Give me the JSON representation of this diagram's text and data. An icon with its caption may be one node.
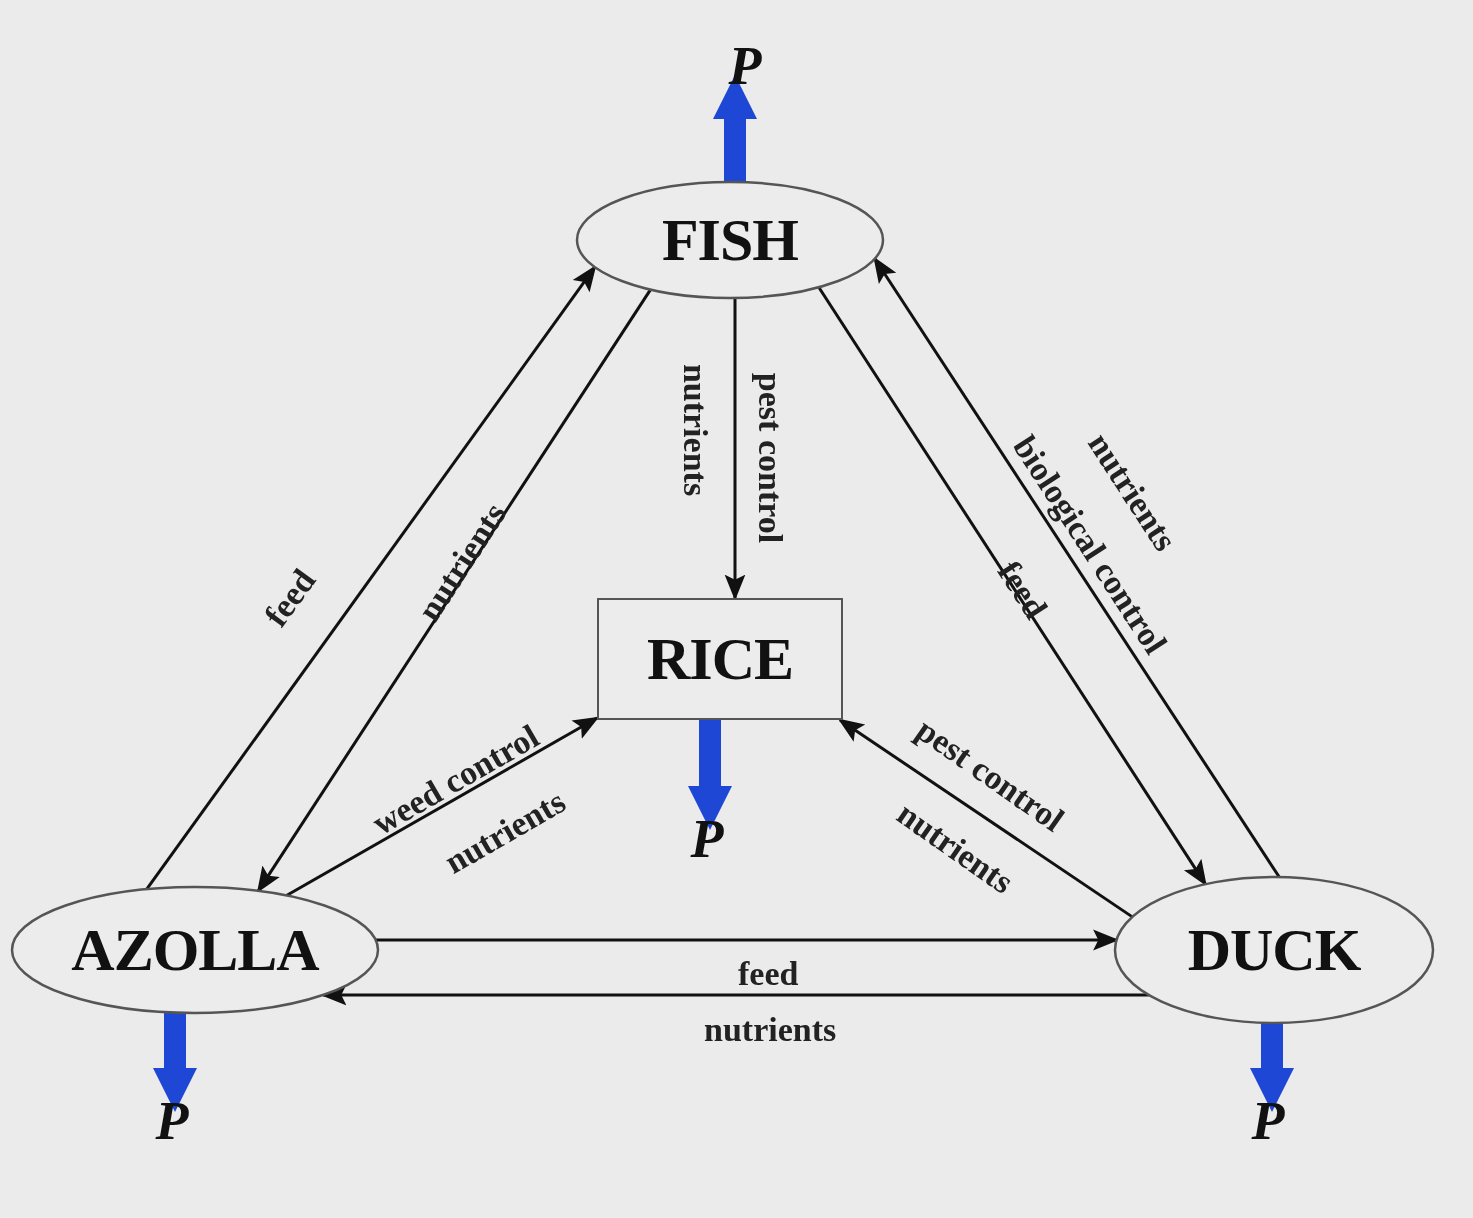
{
  "diagram": {
    "nodes": [
      {
        "text": [
          "FISH"
        ]
      },
      {
        "text": [
          "RICE"
        ]
      },
      {
        "text": [
          "AZOLLA"
        ]
      },
      {
        "text": [
          "DUCK"
        ]
      },
      {
        "text": [
          "P"
        ]
      },
      {
        "text": [
          "P"
        ]
      },
      {
        "text": [
          "P"
        ]
      },
      {
        "text": [
          "P"
        ]
      }
    ],
    "edges": [
      {
        "from": 2,
        "to": 0,
        "arrow": "to",
        "label": "feed"
      },
      {
        "from": 0,
        "to": 2,
        "arrow": "to",
        "label": "nutrients"
      },
      {
        "from": 0,
        "to": 1,
        "arrow": "to",
        "label": "pest control"
      },
      {
        "from": 0,
        "to": 3,
        "arrow": "to",
        "label": "feed"
      },
      {
        "from": 3,
        "to": 0,
        "arrow": "to",
        "label": "biological control"
      },
      {
        "from": 2,
        "to": 1,
        "arrow": "to",
        "label": "weed control"
      },
      {
        "from": 3,
        "to": 1,
        "arrow": "to",
        "label": "pest control"
      },
      {
        "from": 2,
        "to": 3,
        "arrow": "to"
      },
      {
        "from": 3,
        "to": 2,
        "arrow": "to",
        "label": "feed"
      },
      {
        "from": 0,
        "to": 4,
        "arrow": "to",
        "style": "thick",
        "color": "#1f47d6"
      },
      {
        "from": 1,
        "to": 5,
        "arrow": "to",
        "style": "thick",
        "color": "#1f47d6"
      },
      {
        "from": 2,
        "to": 6,
        "arrow": "to",
        "style": "thick",
        "color": "#1f47d6"
      },
      {
        "from": 3,
        "to": 7,
        "arrow": "to",
        "style": "thick",
        "color": "#1f47d6"
      }
    ],
    "labels": [
      "nutrients",
      "nutrients",
      "nutrients",
      "nutrients",
      "nutrients"
    ]
  }
}
